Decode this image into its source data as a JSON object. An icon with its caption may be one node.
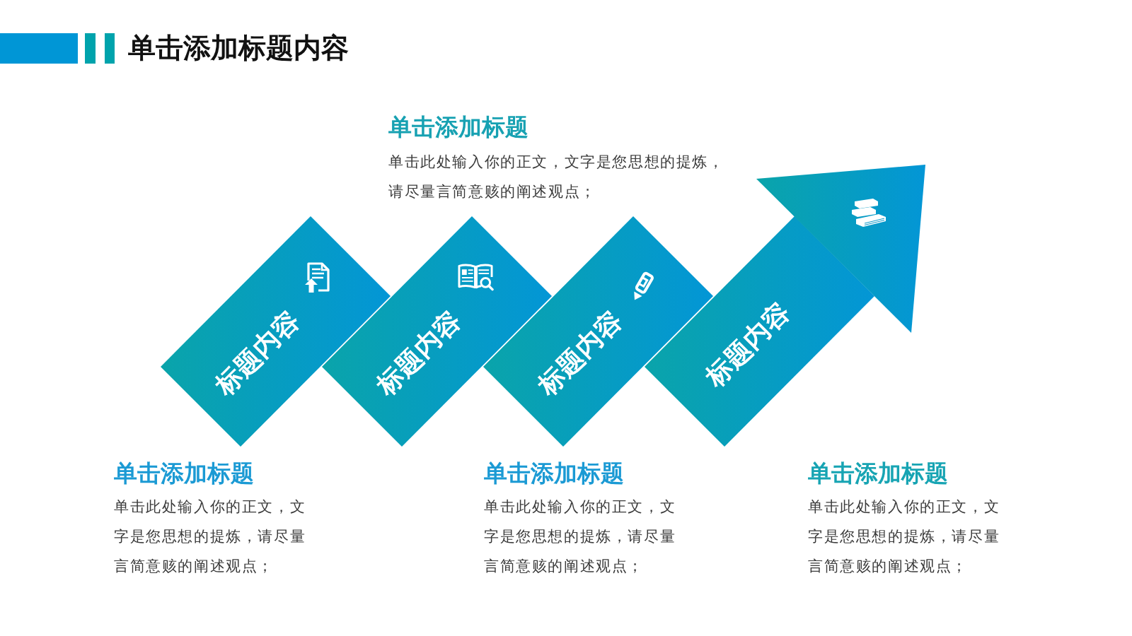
{
  "diagram": {
    "title": "单击添加标题内容",
    "nodes": [
      {
        "text": [
          "标题内容"
        ],
        "beside": [
          "单击添加标题",
          "单击此处输入你的正文，文字是您思想的提炼，请尽量言简意赅的阐述观点；"
        ]
      },
      {
        "text": [
          "标题内容"
        ],
        "beside": [
          "单击添加标题",
          "单击此处输入你的正文，文字是您思想的提炼，请尽量言简意赅的阐述观点；"
        ]
      },
      {
        "text": [
          "标题内容"
        ],
        "beside": [
          "单击添加标题",
          "单击此处输入你的正文，文字是您思想的提炼，请尽量言简意赅的阐述观点；"
        ]
      },
      {
        "text": [
          "标题内容"
        ],
        "beside": [
          "单击添加标题",
          "单击此处输入你的正文，文字是您思想的提炼，请尽量言简意赅的阐述观点；"
        ]
      }
    ]
  }
}
